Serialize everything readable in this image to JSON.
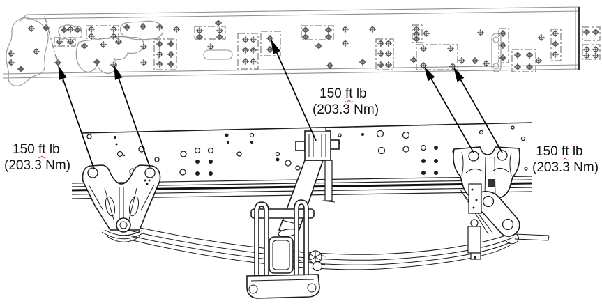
{
  "figure_kind": "frame-rail-and-leaf-spring-suspension-torque-diagram",
  "colors": {
    "background": "#ffffff",
    "plan_view_lines": "#8f8f8f",
    "side_view_lines": "#1b1b1b",
    "arrow": "#000000",
    "label_text": "#101010",
    "spellcheck_underline": "#e03c31"
  },
  "torque_labels": [
    {
      "position": "left",
      "value": "150",
      "unit_ft": "ft",
      "unit_lb": "lb",
      "metric": "(203.3 Nm)"
    },
    {
      "position": "center",
      "value": "150",
      "unit_ft": "ft",
      "unit_lb": "lb",
      "metric": "(203.3 Nm)"
    },
    {
      "position": "right",
      "value": "150",
      "unit_ft": "ft",
      "unit_lb": "lb",
      "metric": "(203.3 Nm)"
    }
  ]
}
